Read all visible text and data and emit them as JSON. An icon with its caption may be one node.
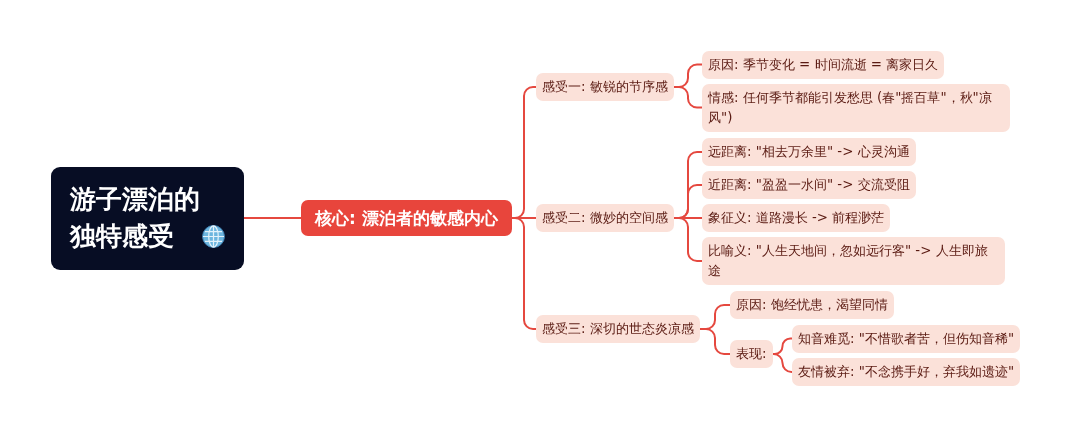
{
  "diagram": {
    "nodes": [
      {
        "text": [
          "游子漂泊的独特感受"
        ]
      },
      {
        "text": [
          "核心: 漂泊者的敏感内心"
        ]
      },
      {
        "text": [
          "感受一: 敏锐的节序感"
        ]
      },
      {
        "text": [
          "原因: 季节变化 = 时间流逝 = 离家日久"
        ]
      },
      {
        "text": [
          "情感: 任何季节都能引发愁思 (春\"摇百草\"，秋\"凉风\")"
        ]
      },
      {
        "text": [
          "感受二: 微妙的空间感"
        ]
      },
      {
        "text": [
          "远距离: \"相去万余里\" -> 心灵沟通"
        ]
      },
      {
        "text": [
          "近距离: \"盈盈一水间\" -> 交流受阻"
        ]
      },
      {
        "text": [
          "象征义: 道路漫长 -> 前程渺茫"
        ]
      },
      {
        "text": [
          "比喻义: \"人生天地间，忽如远行客\" -> 人生即旅途"
        ]
      },
      {
        "text": [
          "感受三: 深切的世态炎凉感"
        ]
      },
      {
        "text": [
          "原因: 饱经忧患，渴望同情"
        ]
      },
      {
        "text": [
          "表现:"
        ]
      },
      {
        "text": [
          "知音难觅: \"不惜歌者苦，但伤知音稀\""
        ]
      },
      {
        "text": [
          "友情被弃: \"不念携手好，弃我如遗迹\""
        ]
      }
    ],
    "edges": [
      {
        "from": 0,
        "to": 1,
        "arrow": "none"
      },
      {
        "from": 1,
        "to": 2,
        "arrow": "none"
      },
      {
        "from": 1,
        "to": 5,
        "arrow": "none"
      },
      {
        "from": 1,
        "to": 10,
        "arrow": "none"
      },
      {
        "from": 2,
        "to": 3,
        "arrow": "none"
      },
      {
        "from": 2,
        "to": 4,
        "arrow": "none"
      },
      {
        "from": 5,
        "to": 6,
        "arrow": "none"
      },
      {
        "from": 5,
        "to": 7,
        "arrow": "none"
      },
      {
        "from": 5,
        "to": 8,
        "arrow": "none"
      },
      {
        "from": 5,
        "to": 9,
        "arrow": "none"
      },
      {
        "from": 10,
        "to": 11,
        "arrow": "none"
      },
      {
        "from": 10,
        "to": 12,
        "arrow": "none"
      },
      {
        "from": 12,
        "to": 13,
        "arrow": "none"
      },
      {
        "from": 12,
        "to": 14,
        "arrow": "none"
      }
    ]
  }
}
